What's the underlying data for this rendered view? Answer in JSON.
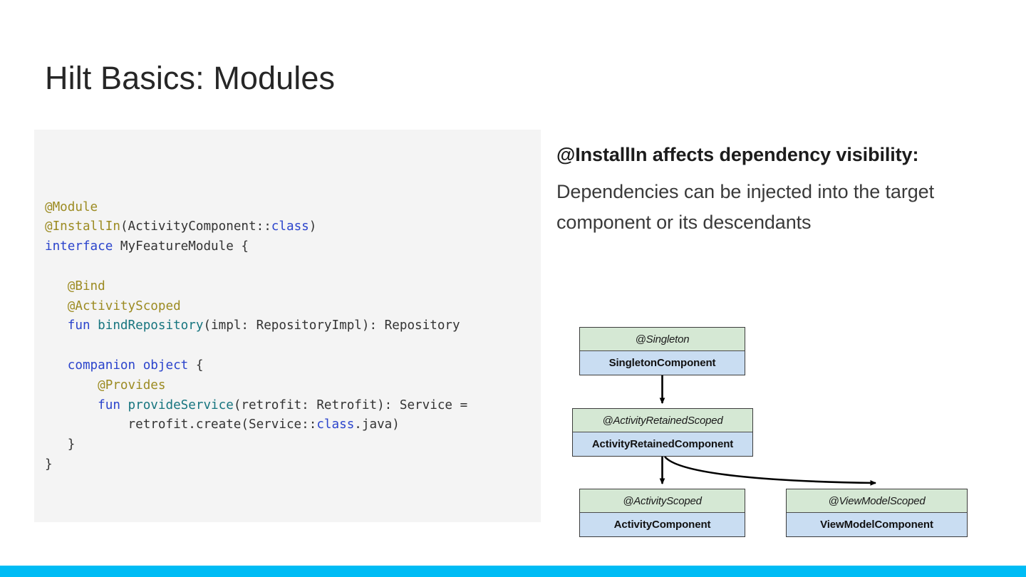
{
  "slide": {
    "title": "Hilt Basics: Modules",
    "accent_color": "#00bcf5",
    "background_color": "#ffffff"
  },
  "code_panel": {
    "background_color": "#f4f4f4",
    "language": "kotlin",
    "colors": {
      "annotation": "#9c8b22",
      "keyword": "#2b44cc",
      "function": "#17757f",
      "plain": "#333333"
    },
    "lines": [
      {
        "tokens": [
          {
            "t": "@Module",
            "c": "ann"
          }
        ]
      },
      {
        "tokens": [
          {
            "t": "@InstallIn",
            "c": "ann"
          },
          {
            "t": "(ActivityComponent::",
            "c": "pl"
          },
          {
            "t": "class",
            "c": "kw"
          },
          {
            "t": ")",
            "c": "pl"
          }
        ]
      },
      {
        "tokens": [
          {
            "t": "interface",
            "c": "kw"
          },
          {
            "t": " MyFeatureModule {",
            "c": "pl"
          }
        ]
      },
      {
        "tokens": []
      },
      {
        "tokens": [
          {
            "t": "   ",
            "c": "pl"
          },
          {
            "t": "@Bind",
            "c": "ann"
          }
        ]
      },
      {
        "tokens": [
          {
            "t": "   ",
            "c": "pl"
          },
          {
            "t": "@ActivityScoped",
            "c": "ann"
          }
        ]
      },
      {
        "tokens": [
          {
            "t": "   ",
            "c": "pl"
          },
          {
            "t": "fun",
            "c": "kw"
          },
          {
            "t": " ",
            "c": "pl"
          },
          {
            "t": "bindRepository",
            "c": "fn"
          },
          {
            "t": "(impl: RepositoryImpl): Repository",
            "c": "pl"
          }
        ]
      },
      {
        "tokens": []
      },
      {
        "tokens": [
          {
            "t": "   ",
            "c": "pl"
          },
          {
            "t": "companion object",
            "c": "kw"
          },
          {
            "t": " {",
            "c": "pl"
          }
        ]
      },
      {
        "tokens": [
          {
            "t": "       ",
            "c": "pl"
          },
          {
            "t": "@Provides",
            "c": "ann"
          }
        ]
      },
      {
        "tokens": [
          {
            "t": "       ",
            "c": "pl"
          },
          {
            "t": "fun",
            "c": "kw"
          },
          {
            "t": " ",
            "c": "pl"
          },
          {
            "t": "provideService",
            "c": "fn"
          },
          {
            "t": "(retrofit: Retrofit): Service =",
            "c": "pl"
          }
        ]
      },
      {
        "tokens": [
          {
            "t": "           retrofit.create(Service::",
            "c": "pl"
          },
          {
            "t": "class",
            "c": "kw"
          },
          {
            "t": ".java)",
            "c": "pl"
          }
        ]
      },
      {
        "tokens": [
          {
            "t": "   }",
            "c": "pl"
          }
        ]
      },
      {
        "tokens": [
          {
            "t": "}",
            "c": "pl"
          }
        ]
      }
    ]
  },
  "callout": {
    "heading": "@InstallIn affects dependency visibility:",
    "body": "Dependencies can be injected into the target component or its descendants"
  },
  "diagram": {
    "type": "hierarchy",
    "scope_color": "#d5e8d4",
    "component_color": "#c9ddf2",
    "nodes": [
      {
        "id": "singleton",
        "scope": "@Singleton",
        "component": "SingletonComponent"
      },
      {
        "id": "retained",
        "scope": "@ActivityRetainedScoped",
        "component": "ActivityRetainedComponent"
      },
      {
        "id": "activity",
        "scope": "@ActivityScoped",
        "component": "ActivityComponent"
      },
      {
        "id": "viewmodel",
        "scope": "@ViewModelScoped",
        "component": "ViewModelComponent"
      }
    ],
    "edges": [
      {
        "from": "singleton",
        "to": "retained",
        "style": "straight"
      },
      {
        "from": "retained",
        "to": "activity",
        "style": "straight"
      },
      {
        "from": "retained",
        "to": "viewmodel",
        "style": "curved"
      }
    ]
  }
}
